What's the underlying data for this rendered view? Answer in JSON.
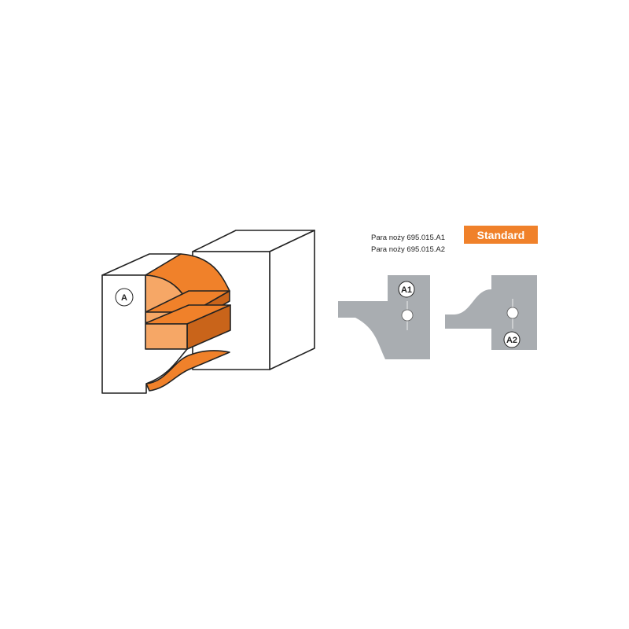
{
  "badge": {
    "label": "Standard"
  },
  "knife_refs": {
    "line1": "Para noży 695.015.A1",
    "line2": "Para noży 695.015.A2"
  },
  "labels": {
    "block": "A",
    "knife1": "A1",
    "knife2": "A2"
  },
  "colors": {
    "accent": "#F0812A",
    "accent_dark": "#C9641A",
    "accent_light": "#F6A766",
    "knife_gray": "#A9ADB1",
    "outline": "#222222"
  }
}
